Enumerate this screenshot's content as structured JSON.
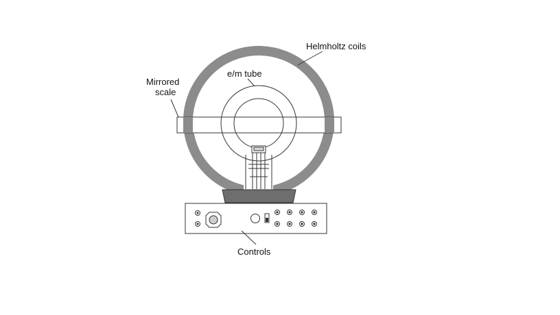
{
  "labels": {
    "helmholtz_coils": "Helmholtz coils",
    "em_tube": "e/m tube",
    "mirrored_scale_line1": "Mirrored",
    "mirrored_scale_line2": "scale",
    "controls": "Controls"
  },
  "colors": {
    "coil": "#8c8c8c",
    "base": "#6e6e6e",
    "stroke": "#333333",
    "background": "#ffffff"
  }
}
